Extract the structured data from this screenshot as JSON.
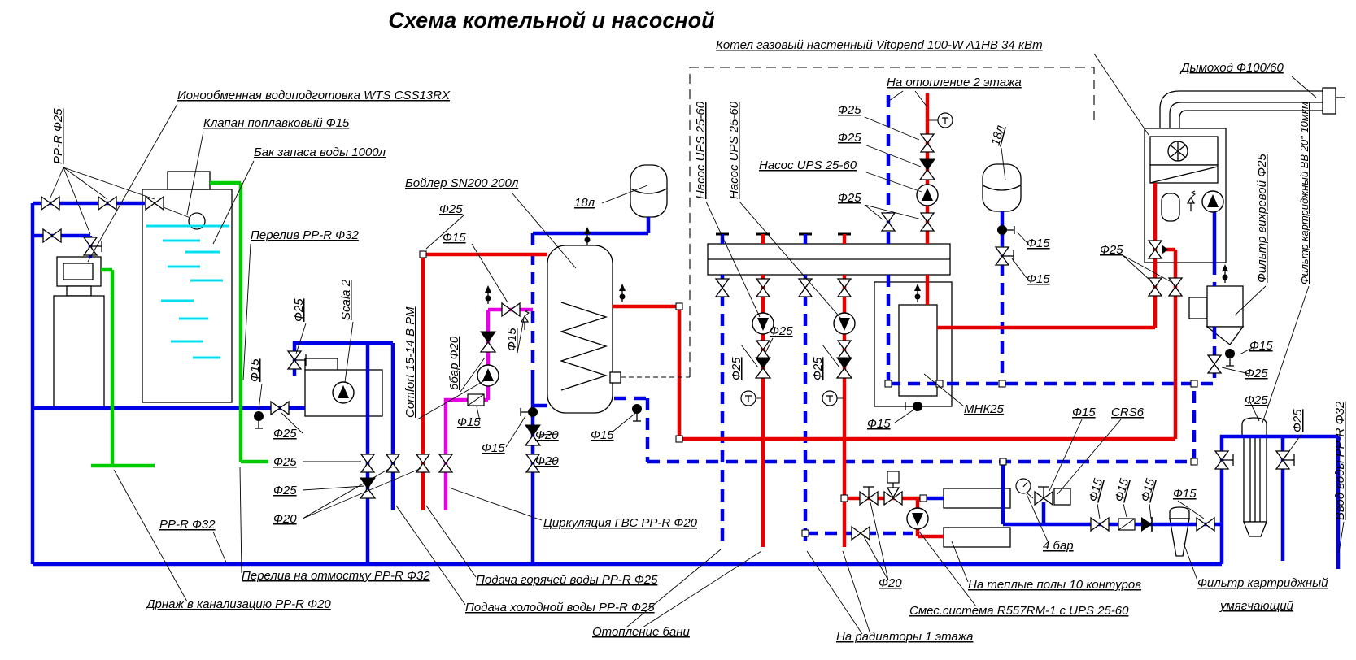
{
  "title": "Схема котельной и насосной",
  "colors": {
    "cold_water": "#0000e6",
    "hot_heating": "#e60000",
    "dhw_circulation": "#e600e6",
    "overflow_drain": "#00cc00",
    "water_level": "#00dff0"
  },
  "labels": {
    "title": "Схема котельной и насосной",
    "ppr25": "PP-R Ф25",
    "ion_exchange": "Ионообменная водоподготовка WTS CSS13RX",
    "float_valve": "Клапан поплавковый Ф15",
    "tank1000": "Бак запаса воды 1000л",
    "overflow": "Перелив PP-R Ф32",
    "scala": "Scala 2",
    "comfort": "Comfort 15-14 В РМ",
    "boiler": "Бойлер SN200 200л",
    "bar6": "6бар Ф20",
    "tank18": "18л",
    "circ": "Циркуляция ГВС PP-R Ф20",
    "hot": "Подача горячей воды PP-R Ф25",
    "cold": "Подача холодной воды PP-R Ф25",
    "bath": "Отопление бани",
    "ppr32": "PP-R Ф32",
    "overflow_blind": "Перелив на отмостку PP-R Ф32",
    "drain": "Дрнаж в канализацию PP-R Ф20",
    "kotel": "Котел газовый настенный Vitopend 100-W A1HB 34 кВт",
    "heat2": "На отопление 2 этажа",
    "ups": "Насос UPS 25-60",
    "mhk": "МНК25",
    "crs6": "CRS6",
    "bar4": "4 бар",
    "floor10": "На теплые полы 10 контуров",
    "mixsys": "Смес.система R557RM-1 с UPS 25-60",
    "rad1": "На радиаторы 1 этажа",
    "dymohod": "Дымоход Ф100/60",
    "f_vortex": "Фильтр вихревой Ф25",
    "f_cart": "Фильтр картриджный ВВ 20\" 10мкм",
    "vvod": "Ввод воды PP-R Ф32",
    "f_soft1": "Фильтр картриджный",
    "f_soft2": "умягчающий",
    "f15": "Ф15",
    "f20": "Ф20",
    "f25": "Ф25"
  }
}
